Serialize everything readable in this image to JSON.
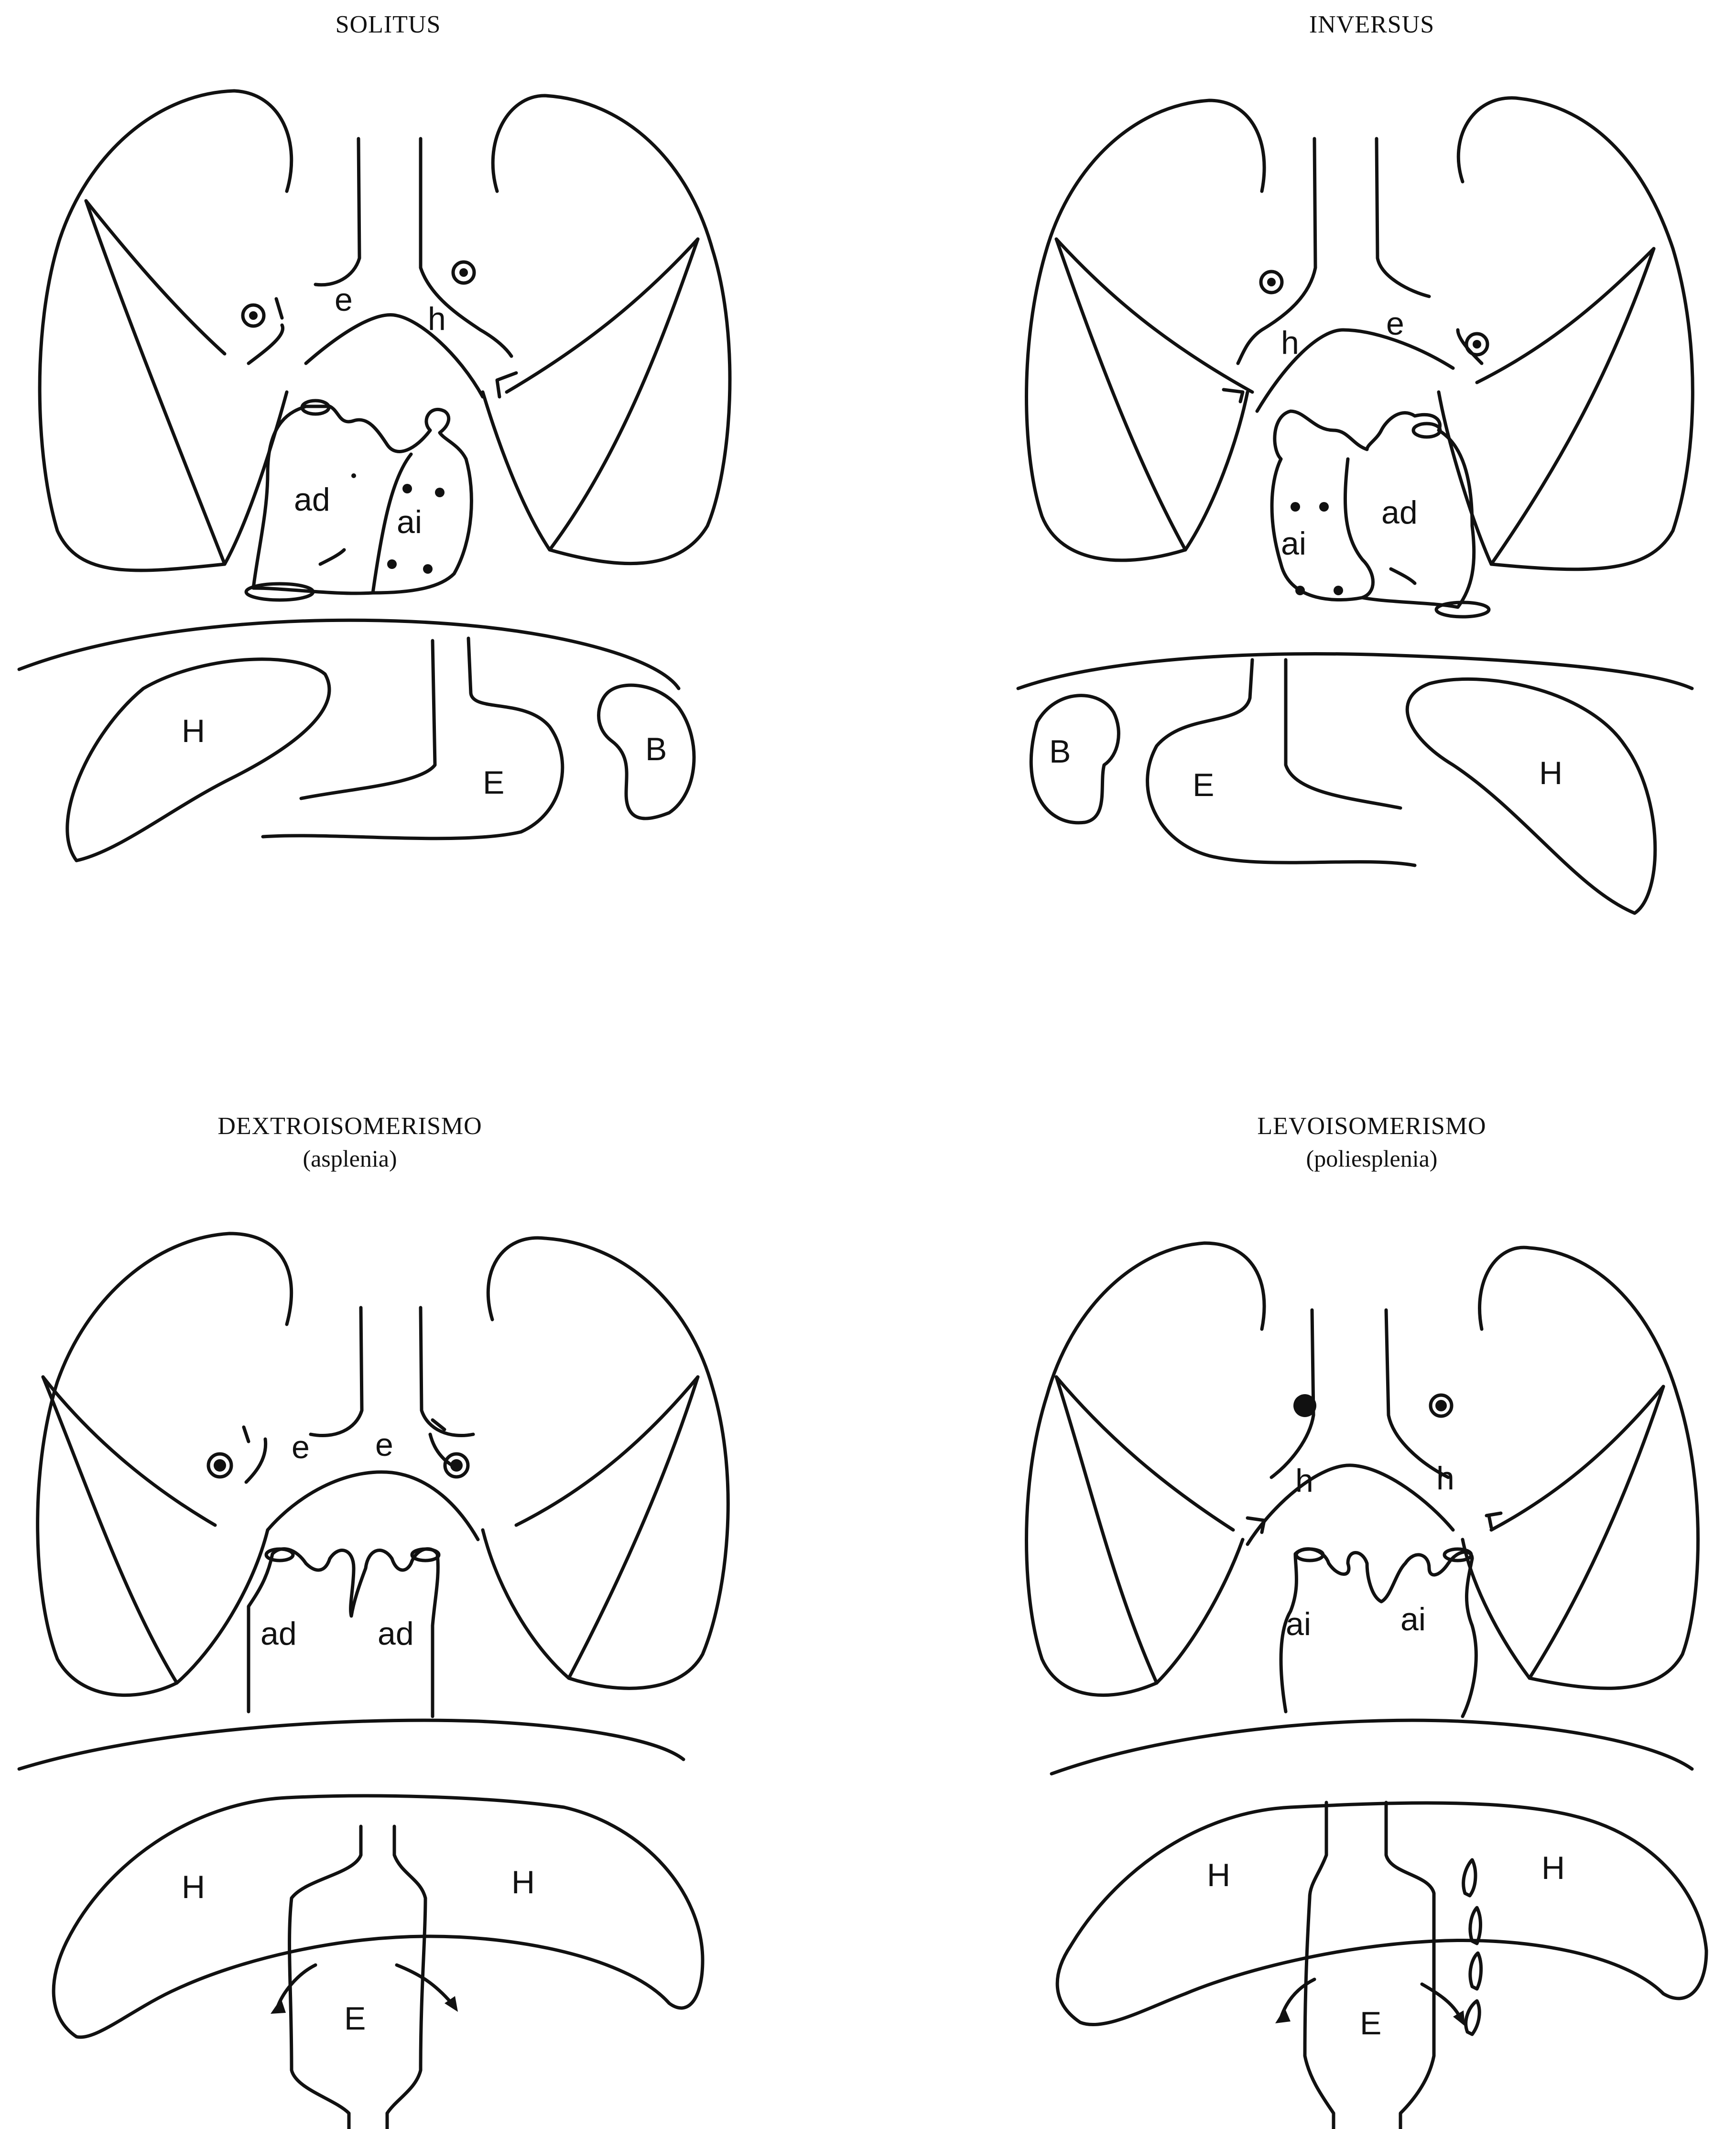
{
  "panels": {
    "solitus": {
      "title": "SOLITUS",
      "subtitle": "",
      "labels": {
        "bronchus_left": "e",
        "bronchus_right": "h",
        "atrium_right": "ad",
        "atrium_left": "ai",
        "liver": "H",
        "stomach": "E",
        "spleen": "B"
      }
    },
    "inversus": {
      "title": "INVERSUS",
      "subtitle": "",
      "labels": {
        "bronchus_left": "h",
        "bronchus_right": "e",
        "atrium_left": "ai",
        "atrium_right": "ad",
        "spleen": "B",
        "stomach": "E",
        "liver": "H"
      }
    },
    "dextro": {
      "title": "DEXTROISOMERISMO",
      "subtitle": "(asplenia)",
      "labels": {
        "bronchus_left": "e",
        "bronchus_right": "e",
        "atrium_left": "ad",
        "atrium_right": "ad",
        "liver_left": "H",
        "liver_right": "H",
        "stomach": "E"
      }
    },
    "levo": {
      "title": "LEVOISOMERISMO",
      "subtitle": "(poliesplenia)",
      "labels": {
        "bronchus_left": "h",
        "bronchus_right": "h",
        "atrium_left": "ai",
        "atrium_right": "ai",
        "liver_left": "H",
        "liver_right": "H",
        "stomach": "E"
      }
    }
  }
}
